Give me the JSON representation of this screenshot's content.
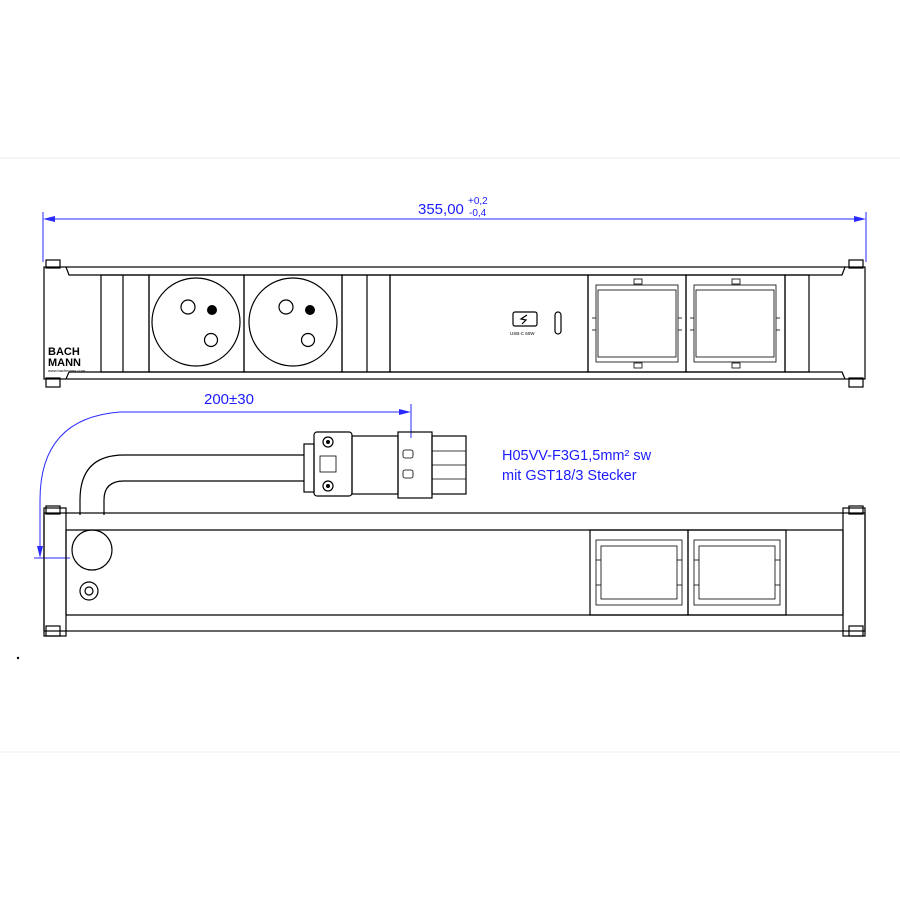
{
  "dimensions": {
    "width_value": "355,00",
    "width_tol_plus": "+0,2",
    "width_tol_minus": "-0,4",
    "cable_length": "200±30"
  },
  "notes": {
    "cable_line1": "H05VV-F3G1,5mm² sw",
    "cable_line2": "mit GST18/3  Stecker"
  },
  "brand": {
    "logo_line1": "BACH",
    "logo_line2": "MANN",
    "website": "www.bachmann.com"
  },
  "usb_module": {
    "label": "USB-C 60W"
  },
  "colors": {
    "line": "#000000",
    "dimension": "#2a2aff",
    "background": "#ffffff"
  }
}
